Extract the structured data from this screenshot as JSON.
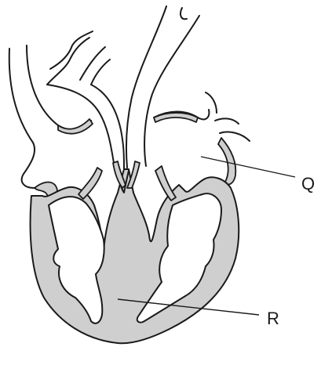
{
  "diagram": {
    "labels": [
      {
        "id": "Q",
        "text": "Q"
      },
      {
        "id": "R",
        "text": "R"
      }
    ],
    "colors": {
      "muscle": "#cfcfcf",
      "outline": "#1a1a1a",
      "background": "#ffffff"
    }
  }
}
